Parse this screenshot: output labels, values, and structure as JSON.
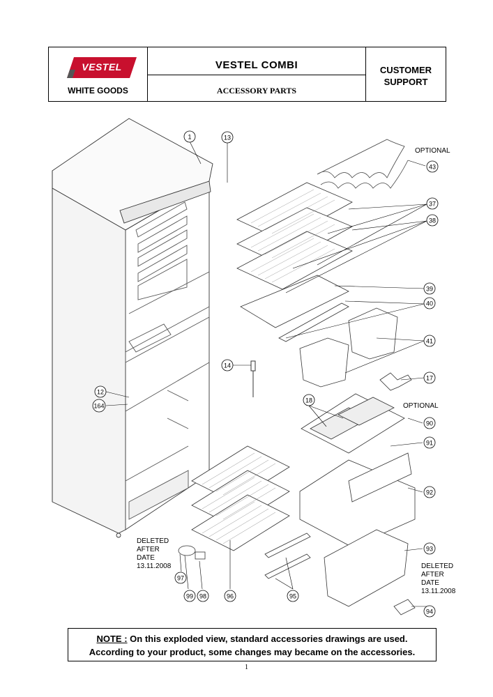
{
  "header": {
    "brand": "VESTEL",
    "brand_sub": "WHITE GOODS",
    "title": "VESTEL  COMBI",
    "subtitle": "ACCESSORY PARTS",
    "support": "CUSTOMER SUPPORT"
  },
  "callouts": [
    "1",
    "13",
    "43",
    "37",
    "38",
    "39",
    "40",
    "41",
    "14",
    "17",
    "12",
    "164",
    "18",
    "90",
    "91",
    "92",
    "93",
    "94",
    "95",
    "96",
    "97",
    "98",
    "99"
  ],
  "labels": {
    "optional_top": "OPTIONAL",
    "optional_mid": "OPTIONAL",
    "deleted_left": [
      "DELETED",
      "AFTER",
      "DATE",
      "13.11.2008"
    ],
    "deleted_right": [
      "DELETED",
      "AFTER",
      "DATE",
      "13.11.2008"
    ]
  },
  "note": {
    "prefix": "NOTE :",
    "line1": " On this exploded view, standard accessories drawings are used.",
    "line2": "According to your product, some changes may became on the accessories."
  },
  "page_number": "1",
  "colors": {
    "logo_red": "#c8102e"
  }
}
